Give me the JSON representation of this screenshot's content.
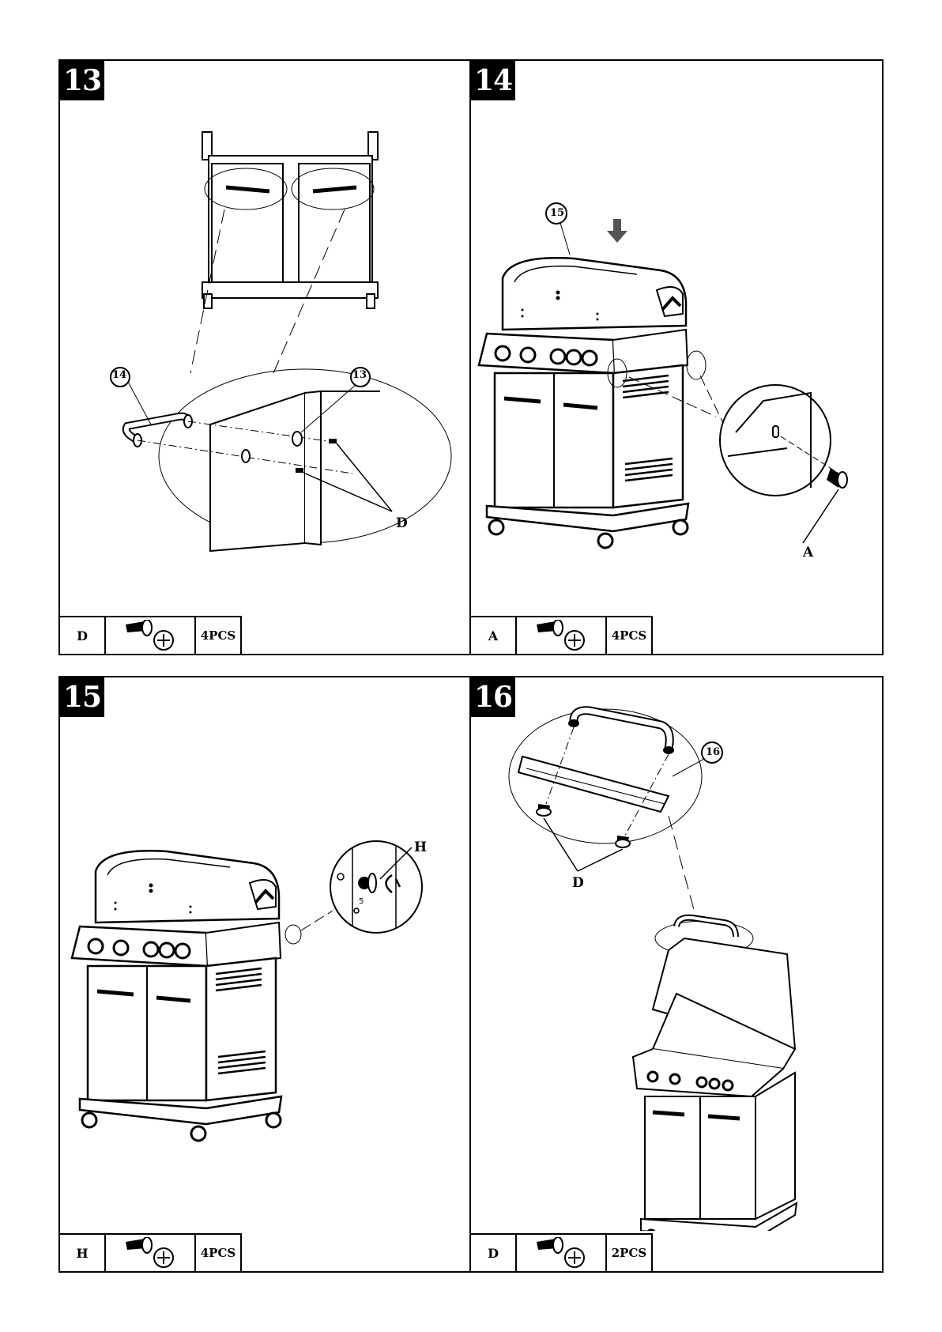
{
  "steps": [
    {
      "number": "13",
      "callouts": [
        "14",
        "13",
        "D"
      ],
      "part": {
        "letter": "D",
        "icon": "screw-icon",
        "qty": "4PCS"
      }
    },
    {
      "number": "14",
      "callouts": [
        "15",
        "A"
      ],
      "part": {
        "letter": "A",
        "icon": "screw-icon",
        "qty": "4PCS"
      }
    },
    {
      "number": "15",
      "callouts": [
        "H",
        "5"
      ],
      "part": {
        "letter": "H",
        "icon": "screw-icon",
        "qty": "4PCS"
      }
    },
    {
      "number": "16",
      "callouts": [
        "16",
        "D"
      ],
      "part": {
        "letter": "D",
        "icon": "screw-icon",
        "qty": "2PCS"
      }
    }
  ]
}
